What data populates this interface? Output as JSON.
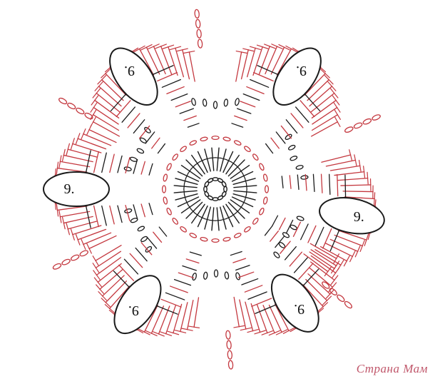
{
  "diagram": {
    "colors": {
      "red": "#c4383f",
      "black": "#1a1a1a",
      "background": "#ffffff"
    },
    "petal_label": "9.",
    "petal_count": 6
  },
  "watermark": {
    "text": "Страна Мам",
    "color": "#c0566a"
  }
}
